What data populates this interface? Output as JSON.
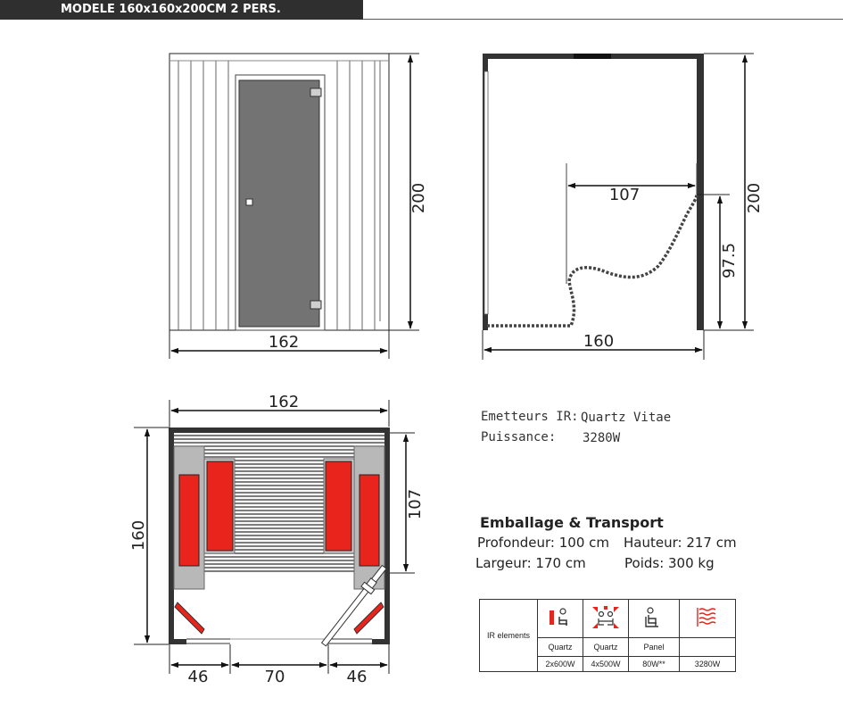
{
  "title": "MODELE 160x160x200CM 2 PERS.",
  "front_view": {
    "width_label": "162",
    "height_label": "200"
  },
  "side_view": {
    "width_label": "160",
    "height_label": "200",
    "inner_width_label": "107",
    "inner_height_label": "97.5"
  },
  "top_view": {
    "width_label": "162",
    "depth_label": "160",
    "bench_label": "107",
    "left_label": "46",
    "center_label": "70",
    "right_label": "46"
  },
  "emitters": {
    "label": "Emetteurs IR:",
    "value": "Quartz Vitae"
  },
  "power": {
    "label": "Puissance:",
    "value": "3280W"
  },
  "packaging": {
    "title": "Emballage & Transport",
    "depth": "Profondeur: 100 cm",
    "height": "Hauteur: 217 cm",
    "width": "Largeur:  170 cm",
    "weight": "Poids: 300 kg"
  },
  "ir_table": {
    "row_label": "IR elements",
    "types": [
      "Quartz",
      "Quartz",
      "Panel",
      ""
    ],
    "powers": [
      "2x600W",
      "4x500W",
      "80W**",
      "3280W"
    ],
    "icons": [
      "seat-heater-icon",
      "multi-heater-icon",
      "seated-person-icon",
      "heat-waves-icon"
    ],
    "accent": "#e8241c"
  }
}
